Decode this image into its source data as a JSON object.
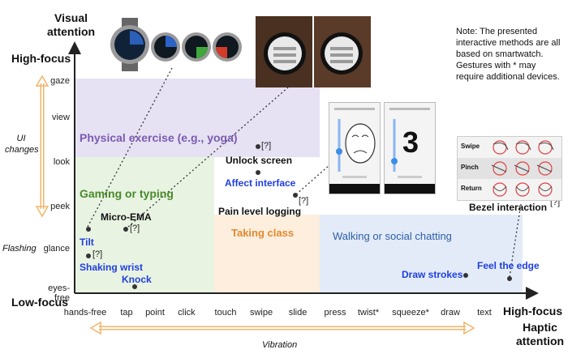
{
  "y_axis": {
    "title_line1": "Visual",
    "title_line2": "attention",
    "high_label": "High-focus",
    "low_label": "Low-focus",
    "ticks": [
      "gaze",
      "view",
      "look",
      "peek",
      "glance",
      "eyes-free"
    ],
    "side_labels": {
      "ui_changes_1": "UI",
      "ui_changes_2": "changes",
      "flashing": "Flashing"
    }
  },
  "x_axis": {
    "high_label": "High-focus",
    "title_line1": "Haptic",
    "title_line2": "attention",
    "ticks": [
      "hands-free",
      "tap",
      "point",
      "click",
      "touch",
      "swipe",
      "slide",
      "press",
      "twist*",
      "squeeze*",
      "draw",
      "text"
    ],
    "vibration_label": "Vibration"
  },
  "note": {
    "line1": "Note: The presented",
    "line2": "interactive methods are all",
    "line3": "based on smartwatch.",
    "line4": "Gestures with * may",
    "line5": "require additional devices."
  },
  "regions": {
    "exercise": "Physical exercise (e.g., yoga)",
    "gaming": "Gaming or typing",
    "class": "Taking class",
    "walking": "Walking or social chatting"
  },
  "methods": {
    "micro_ema": "Micro-EMA",
    "tilt": "Tilt",
    "shaking": "Shaking wrist",
    "knock": "Knock",
    "unlock": "Unlock screen",
    "affect": "Affect interface",
    "pain": "Pain level logging",
    "draw": "Draw strokes",
    "feel": "Feel the edge",
    "bezel": "Bezel interaction",
    "ref": "[?]"
  },
  "phone_big_number": "3",
  "bezel_rows": [
    "Swipe",
    "Pinch",
    "Return"
  ],
  "colors": {
    "exercise": "#e6e1f3",
    "gaming": "#e8f3e2",
    "class": "#fdeedd",
    "walking": "#e3ebf8",
    "blue_text": "#1f3ee0",
    "orange_arrow": "#f3b46a",
    "gaming_text": "#4a8a2a",
    "class_text": "#e08a30",
    "exercise_text": "#7a5cb0",
    "walking_text": "#2d5ea8"
  }
}
